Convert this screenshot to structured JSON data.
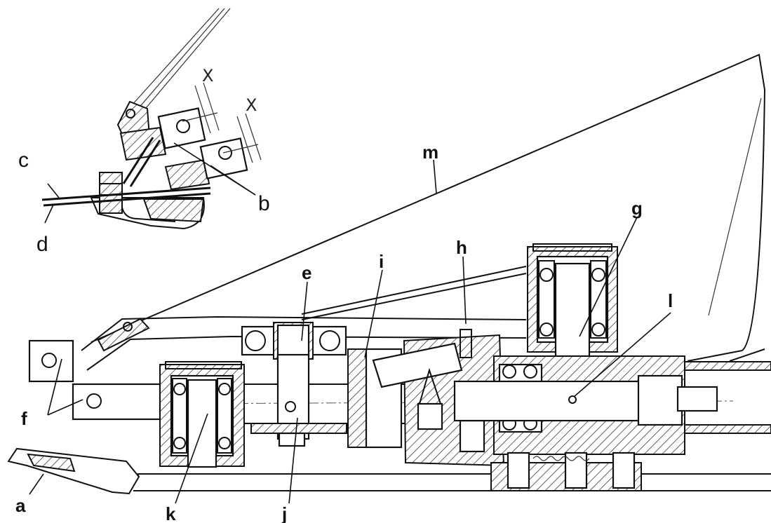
{
  "labels": {
    "a": "a",
    "b": "b",
    "c": "c",
    "d": "d",
    "e": "e",
    "f": "f",
    "g": "g",
    "h": "h",
    "i": "i",
    "j": "j",
    "k": "k",
    "l": "l",
    "m": "m"
  },
  "dimensions": {
    "x1": "X",
    "x2": "X"
  }
}
